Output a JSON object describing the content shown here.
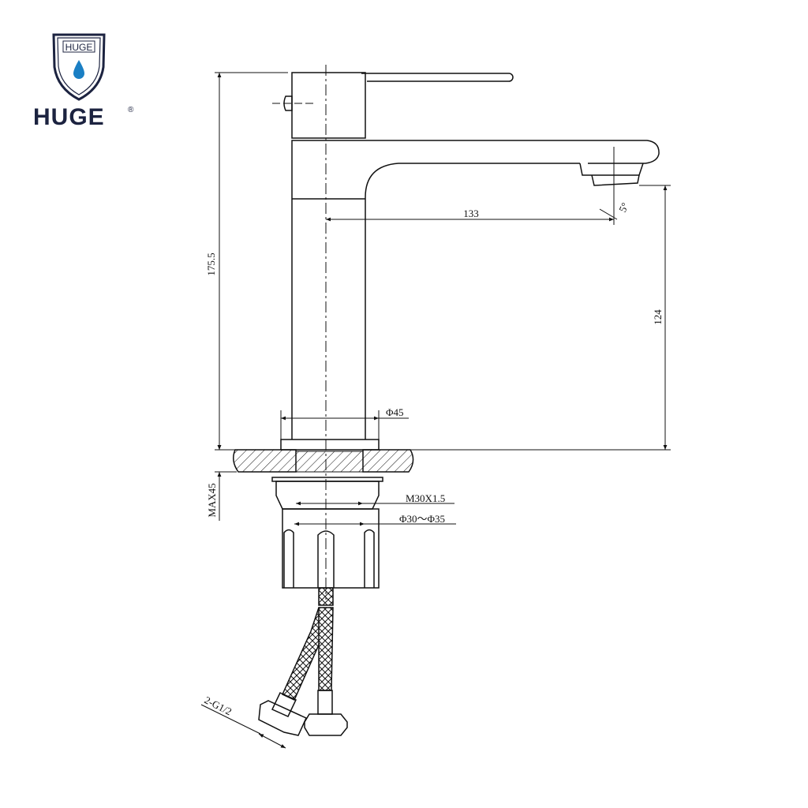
{
  "brand": {
    "name": "HUGE",
    "shield_text": "HUGE",
    "registered": "®",
    "colors": {
      "navy": "#1c2340",
      "drop": "#1a7fc4"
    }
  },
  "drawing": {
    "line_color": "#111111",
    "dimensions": {
      "total_height": "175.5",
      "spout_reach": "133",
      "spout_height": "124",
      "spout_angle": "5°",
      "base_diameter": "Φ45",
      "max_counter_thickness": "MAX45",
      "thread": "M30X1.5",
      "hole_diameter": "Φ30～Φ35",
      "hose_connection": "2-G1/2"
    }
  }
}
